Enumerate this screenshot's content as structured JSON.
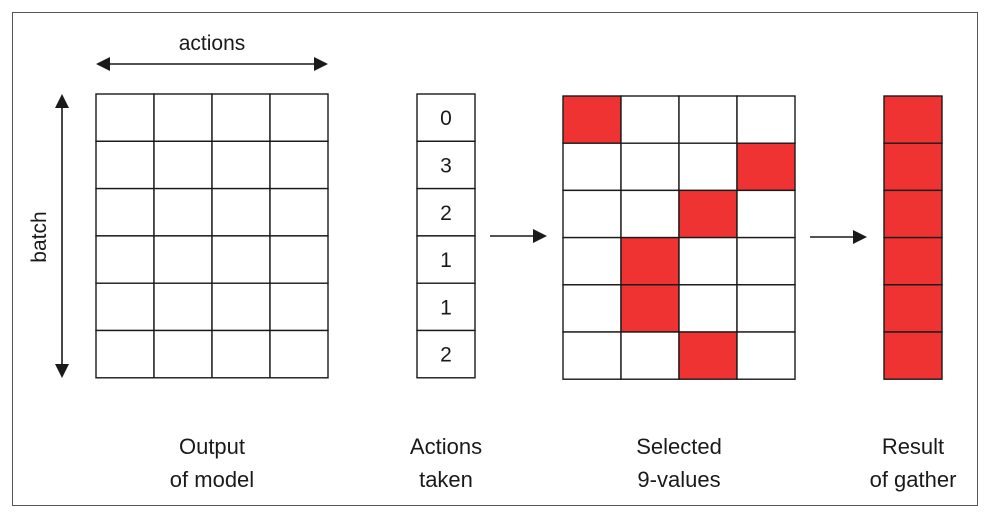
{
  "labels": {
    "actions_axis": "actions",
    "batch_axis": "batch"
  },
  "grid": {
    "rows": 6,
    "cols": 4
  },
  "actions_taken": [
    "0",
    "3",
    "2",
    "1",
    "1",
    "2"
  ],
  "captions": {
    "output": [
      "Output",
      "of model"
    ],
    "actions": [
      "Actions",
      "taken"
    ],
    "selected": [
      "Selected",
      "9-values"
    ],
    "result": [
      "Result",
      "of gather"
    ]
  },
  "colors": {
    "selected_fill": "#ef3232",
    "line": "#1a1a1a"
  }
}
